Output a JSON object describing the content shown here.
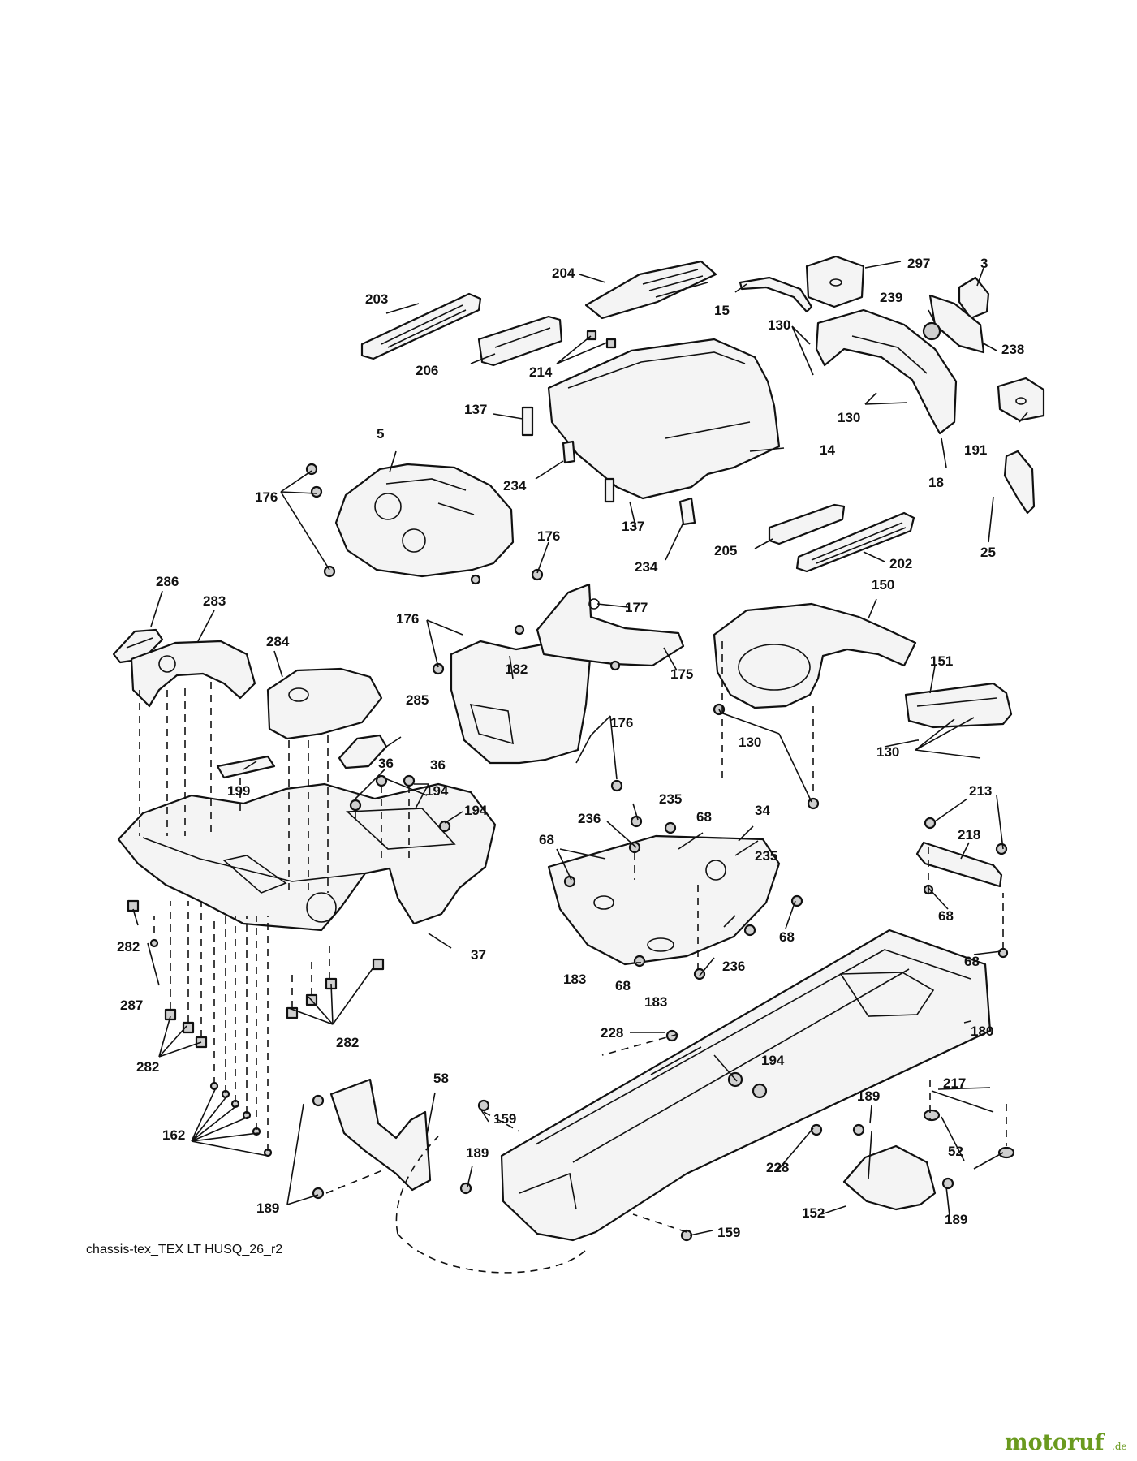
{
  "drawing_reference": "chassis-tex_TEX LT HUSQ_26_r2",
  "brand": {
    "name": "motoruf",
    "suffix": ".de"
  },
  "callouts": {
    "c297": "297",
    "c3": "3",
    "c204": "204",
    "c203": "203",
    "c15": "15",
    "c239": "239",
    "c130a": "130",
    "c238": "238",
    "c206": "206",
    "c214": "214",
    "c137a": "137",
    "c130b": "130",
    "c5": "5",
    "c14": "14",
    "c191": "191",
    "c18": "18",
    "c176a": "176",
    "c234a": "234",
    "c137b": "137",
    "c176b": "176",
    "c205": "205",
    "c234b": "234",
    "c202": "202",
    "c25": "25",
    "c286": "286",
    "c283": "283",
    "c284": "284",
    "c177": "177",
    "c150": "150",
    "c176c": "176",
    "c182": "182",
    "c175": "175",
    "c151": "151",
    "c285": "285",
    "c176d": "176",
    "c36a": "36",
    "c194a": "194",
    "c130c": "130",
    "c130d": "130",
    "c199": "199",
    "c36b": "36",
    "c194b": "194",
    "c235a": "235",
    "c236a": "236",
    "c68a": "68",
    "c34": "34",
    "c213": "213",
    "c68b": "68",
    "c235b": "235",
    "c218": "218",
    "c68c": "68",
    "c282a": "282",
    "c37": "37",
    "c68d": "68",
    "c236b": "236",
    "c183a": "183",
    "c68e": "68",
    "c68f": "68",
    "c287": "287",
    "c183b": "183",
    "c228a": "228",
    "c180": "180",
    "c282b": "282",
    "c282c": "282",
    "c194c": "194",
    "c217": "217",
    "c58": "58",
    "c189a": "189",
    "c162": "162",
    "c159a": "159",
    "c189b": "189",
    "c52": "52",
    "c228b": "228",
    "c189c": "189",
    "c152": "152",
    "c189d": "189",
    "c159b": "159"
  }
}
